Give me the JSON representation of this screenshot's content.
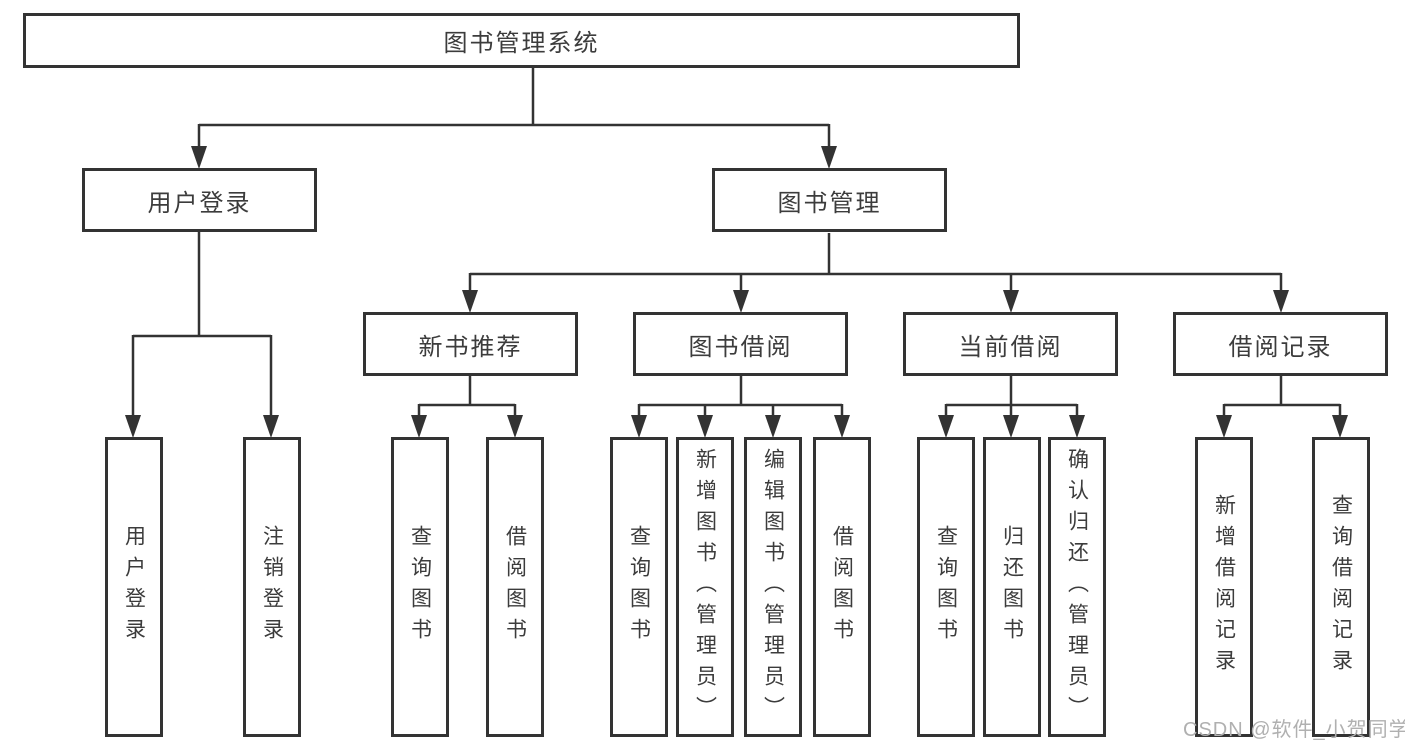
{
  "tree": {
    "root": {
      "label": "图书管理系统"
    },
    "branches": [
      {
        "label": "用户登录",
        "children": [
          {
            "label": "用户登录"
          },
          {
            "label": "注销登录"
          }
        ]
      },
      {
        "label": "图书管理",
        "children": [
          {
            "label": "新书推荐",
            "children": [
              {
                "label": "查询图书"
              },
              {
                "label": "借阅图书"
              }
            ]
          },
          {
            "label": "图书借阅",
            "children": [
              {
                "label": "查询图书"
              },
              {
                "label": "新增图书（管理员）"
              },
              {
                "label": "编辑图书（管理员）"
              },
              {
                "label": "借阅图书"
              }
            ]
          },
          {
            "label": "当前借阅",
            "children": [
              {
                "label": "查询图书"
              },
              {
                "label": "归还图书"
              },
              {
                "label": "确认归还（管理员）"
              }
            ]
          },
          {
            "label": "借阅记录",
            "children": [
              {
                "label": "新增借阅记录"
              },
              {
                "label": "查询借阅记录"
              }
            ]
          }
        ]
      }
    ]
  },
  "watermark": {
    "text": "CSDN @软件_小贺同学"
  },
  "colors": {
    "line": "#333333",
    "border": "#333333",
    "text": "#3c3c3c",
    "box_background": "#ffffff",
    "page_background": "#ffffff",
    "watermark": "#b0b0b0"
  }
}
